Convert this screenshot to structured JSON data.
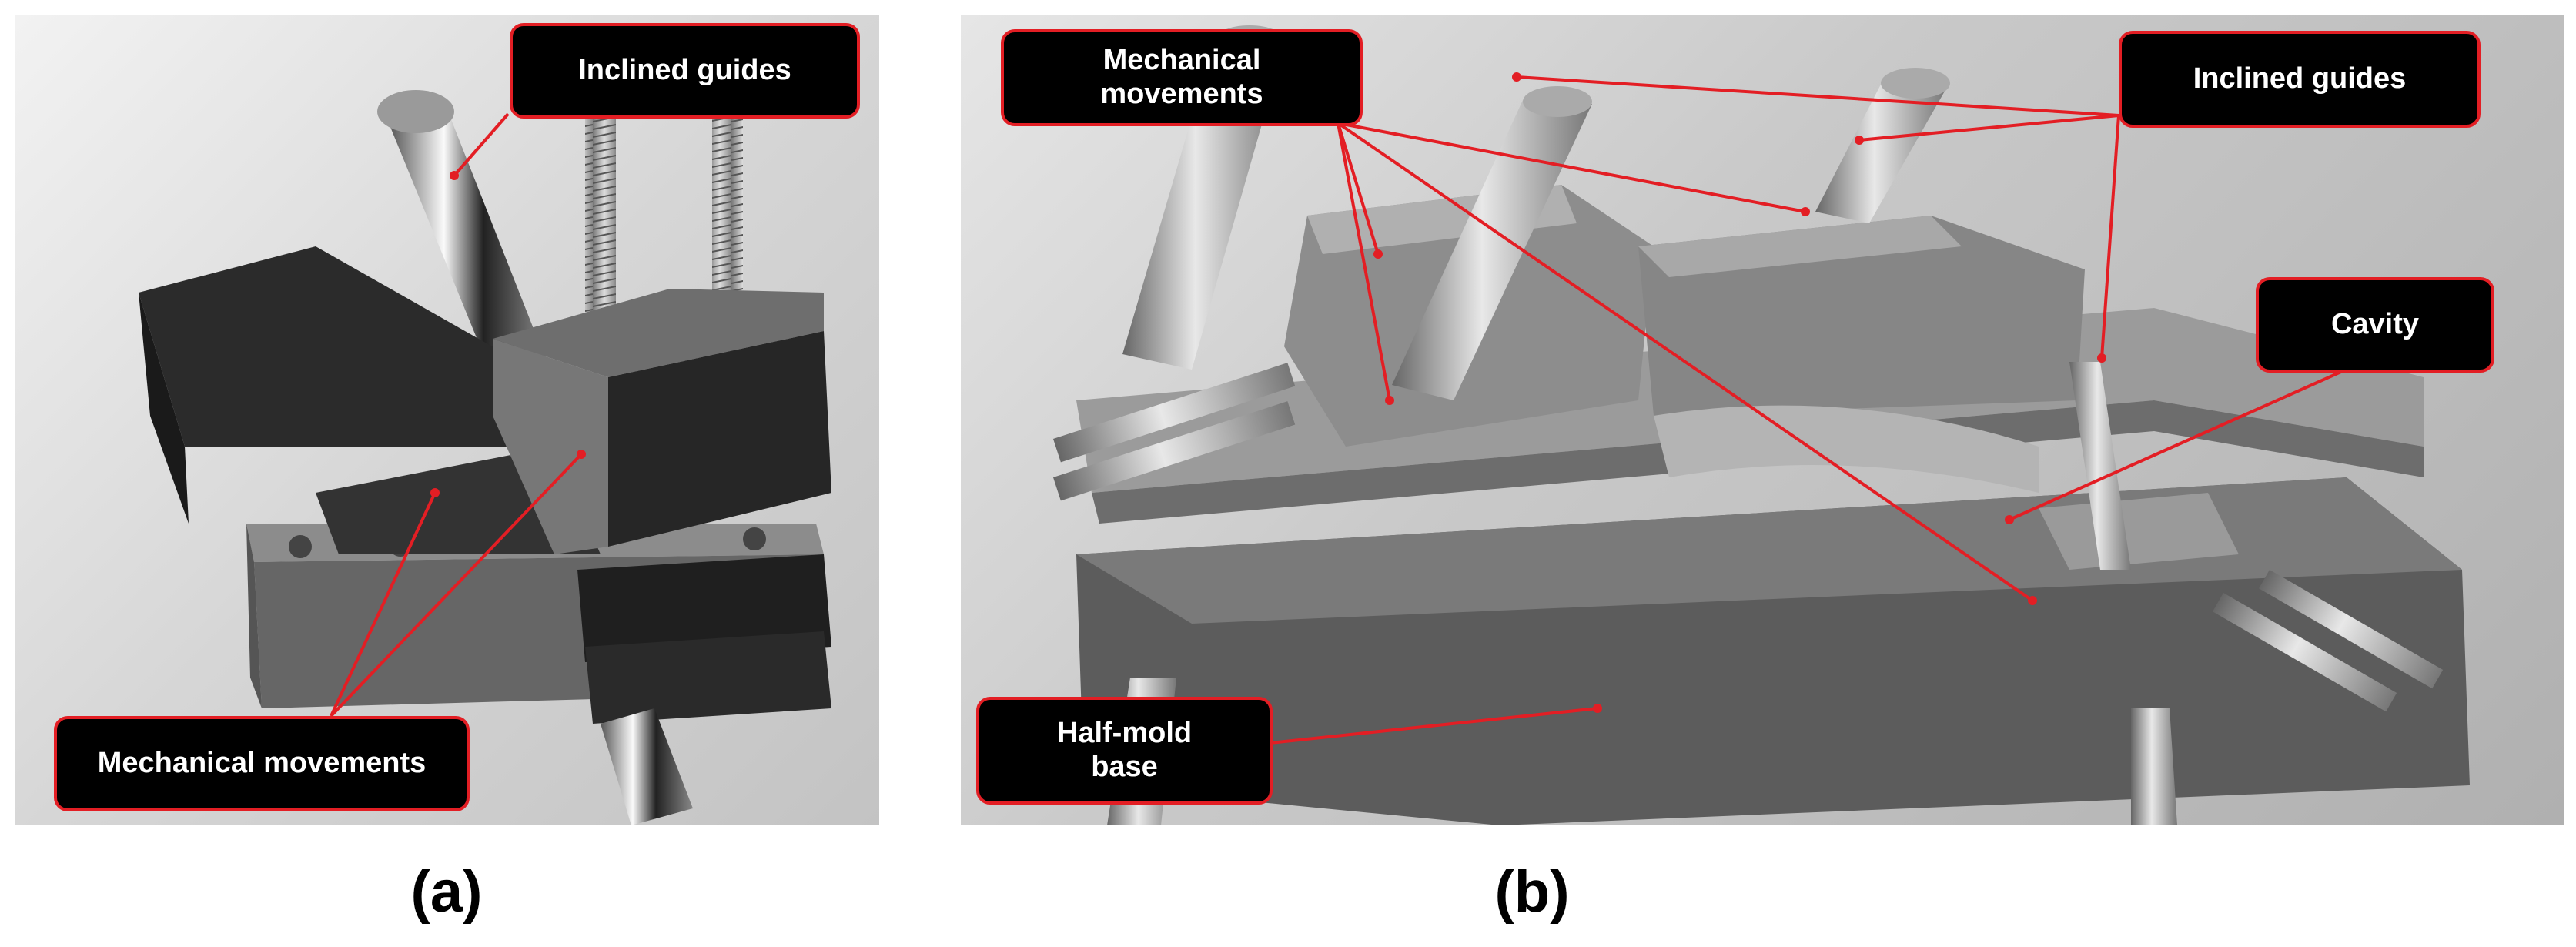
{
  "panel_a": {
    "labels": {
      "inclined_guides": "Inclined guides",
      "mechanical_movements": "Mechanical movements"
    },
    "caption": "(a)"
  },
  "panel_b": {
    "labels": {
      "mechanical_movements_line1": "Mechanical",
      "mechanical_movements_line2": "movements",
      "inclined_guides": "Inclined guides",
      "cavity": "Cavity",
      "half_mold_base_line1": "Half-mold",
      "half_mold_base_line2": "base"
    },
    "caption": "(b)"
  },
  "colors": {
    "label_background": "#000000",
    "label_border": "#e31e24",
    "label_text": "#ffffff",
    "leader_line": "#e31e24"
  }
}
